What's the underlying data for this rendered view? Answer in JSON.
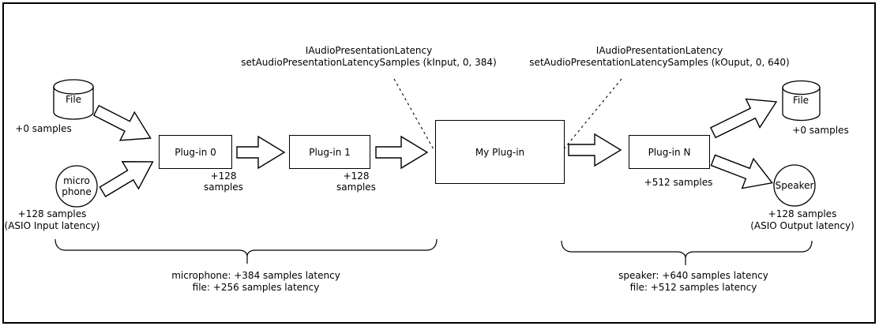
{
  "annotations": {
    "input": {
      "line1": "IAudioPresentationLatency",
      "line2": "setAudioPresentationLatencySamples (kInput, 0, 384)"
    },
    "output": {
      "line1": "IAudioPresentationLatency",
      "line2": "setAudioPresentationLatencySamples (kOuput, 0, 640)"
    }
  },
  "nodes": {
    "file_in": {
      "label": "File",
      "latency": "+0 samples"
    },
    "microphone": {
      "line1": "micro",
      "line2": "phone",
      "latency1": "+128 samples",
      "latency2": "(ASIO Input latency)"
    },
    "plugin0": {
      "label": "Plug-in 0",
      "latency1": "+128",
      "latency2": "samples"
    },
    "plugin1": {
      "label": "Plug-in 1",
      "latency1": "+128",
      "latency2": "samples"
    },
    "my_plugin": {
      "label": "My Plug-in"
    },
    "pluginN": {
      "label": "Plug-in N",
      "latency": "+512 samples"
    },
    "file_out": {
      "label": "File",
      "latency": "+0 samples"
    },
    "speaker": {
      "label": "Speaker",
      "latency1": "+128 samples",
      "latency2": "(ASIO Output latency)"
    }
  },
  "summaries": {
    "input": {
      "line1": "microphone: +384 samples latency",
      "line2": "file: +256 samples latency"
    },
    "output": {
      "line1": "speaker: +640 samples latency",
      "line2": "file: +512 samples latency"
    }
  },
  "colors": {
    "stroke": "#000000",
    "background": "#ffffff"
  }
}
